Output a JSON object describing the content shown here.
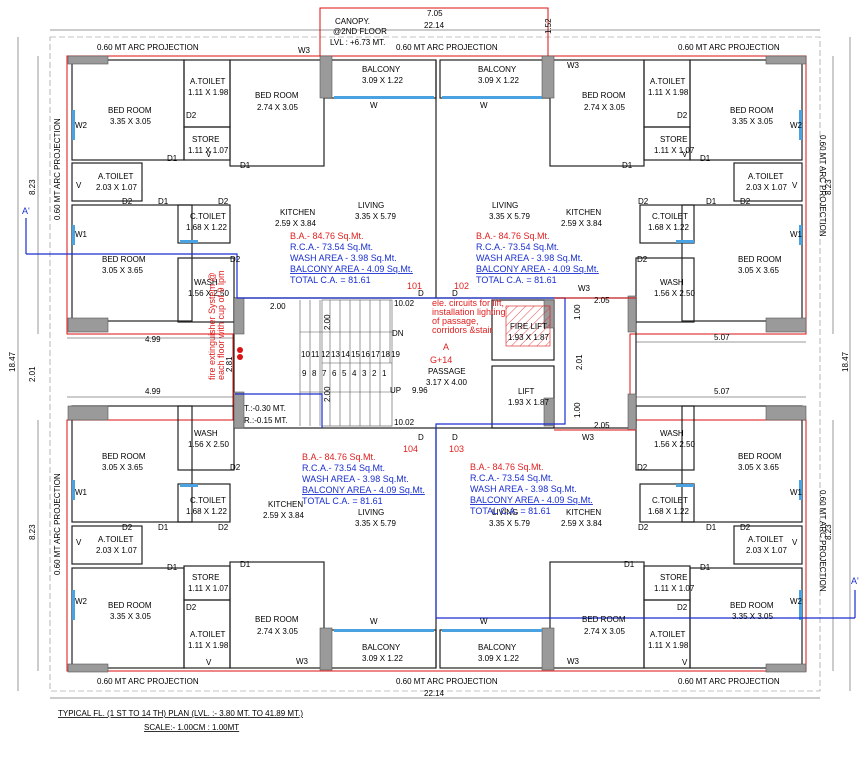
{
  "canopy": {
    "l1": "CANOPY.",
    "l2": "@2ND FLOOR",
    "l3": "LVL : +6.73 MT.",
    "w": "7.05",
    "h": "1.52"
  },
  "dims": {
    "top_total": "22.14",
    "bottom_total": "22.14",
    "left_total": "18.47",
    "right_total": "18.47",
    "left_upper": "8.23",
    "left_lower": "8.23",
    "right_upper": "8.23",
    "right_lower": "8.23",
    "mid": "2.01",
    "stair_w": "2.00",
    "stair_h": "2.00",
    "stair_h2": "2.00",
    "d499a": "4.99",
    "d499b": "4.99",
    "d507a": "5.07",
    "d507b": "5.07",
    "d1002a": "10.02",
    "d1002b": "10.02",
    "d996": "9.96",
    "d205a": "2.05",
    "d205b": "2.05",
    "d100a": "1.00",
    "d100b": "1.00",
    "d201": "2.01",
    "d281": "2.81"
  },
  "proj": {
    "top_l": "0.60 MT ARC PROJECTION",
    "top_m": "0.60 MT ARC PROJECTION",
    "top_r": "0.60 MT ARC PROJECTION",
    "bot_l": "0.60 MT ARC PROJECTION",
    "bot_m": "0.60 MT ARC PROJECTION",
    "bot_r": "0.60 MT ARC PROJECTION",
    "side_l1": "0.60 MT ARC PROJECTION",
    "side_l2": "0.60 MT ARC PROJECTION",
    "side_r1": "0.60 MT ARC PROJECTION",
    "side_r2": "0.60 MT ARC PROJECTION"
  },
  "rooms": {
    "bed1": "BED ROOM",
    "bed1d": "3.35 X 3.05",
    "bed2": "BED ROOM",
    "bed2d": "2.74 X 3.05",
    "bed3": "BED ROOM",
    "bed3d": "3.05 X 3.65",
    "atoilet": "A.TOILET",
    "atoiletd": "1.11 X 1.98",
    "atoilet2": "A.TOILET",
    "atoilet2d": "2.03 X 1.07",
    "store": "STORE",
    "stored": "1.11 X 1.07",
    "ctoilet": "C.TOILET",
    "ctoiletd": "1.68 X 1.22",
    "wash": "WASH",
    "washd": "1.56 X 2.50",
    "kitchen": "KITCHEN",
    "kitchend": "2.59 X 3.84",
    "living": "LIVING",
    "livingd": "3.35 X 5.79",
    "balcony": "BALCONY",
    "balconyd": "3.09 X 1.22",
    "passage": "PASSAGE",
    "passaged": "3.17 X 4.00",
    "lift": "LIFT",
    "liftd": "1.93 X 1.87",
    "firelift": "FIRE LIFT",
    "fireliftd": "1.93 X 1.87"
  },
  "areas": {
    "ba": "B.A.- 84.76 Sq.Mt.",
    "rca": "R.C.A.- 73.54 Sq.Mt.",
    "wash": "WASH AREA - 3.98 Sq.Mt.",
    "balc": "BALCONY AREA  - 4.09 Sq.Mt.",
    "tca": "TOTAL C.A. = 81.61"
  },
  "units": {
    "u101": "101",
    "u102": "102",
    "u103": "103",
    "u104": "104"
  },
  "stair": {
    "dn": "DN",
    "up": "UP",
    "a": "A",
    "g14": "G+14",
    "steps_top": [
      "10",
      "11",
      "12",
      "13",
      "14",
      "15",
      "16",
      "17",
      "18",
      "19"
    ],
    "steps_bot": [
      "9",
      "8",
      "7",
      "6",
      "5",
      "4",
      "3",
      "2",
      "1"
    ]
  },
  "levels": {
    "t": "T.:-0.30 MT.",
    "r": "R.:-0.15 MT."
  },
  "notes": {
    "elec1": "ele. circuits for lift,",
    "elec2": "installation lighting",
    "elec3": "of passage,",
    "elec4": "corridors &stair",
    "fire1": "fire extinguisher System @",
    "fire2": "each floor with cup of 9 lpm"
  },
  "marks": {
    "D": "D",
    "D1": "D1",
    "D2": "D2",
    "W": "W",
    "W1": "W1",
    "W2": "W2",
    "W3": "W3",
    "V": "V",
    "sec_a": "A'",
    "sec_b": "A'"
  },
  "footer": {
    "title": "TYPICAL FL. (1 ST TO 14 TH) PLAN (LVL. :- 3.80 MT. TO 41.89 MT.)",
    "scale": "SCALE:- 1.00CM : 1.00MT"
  }
}
